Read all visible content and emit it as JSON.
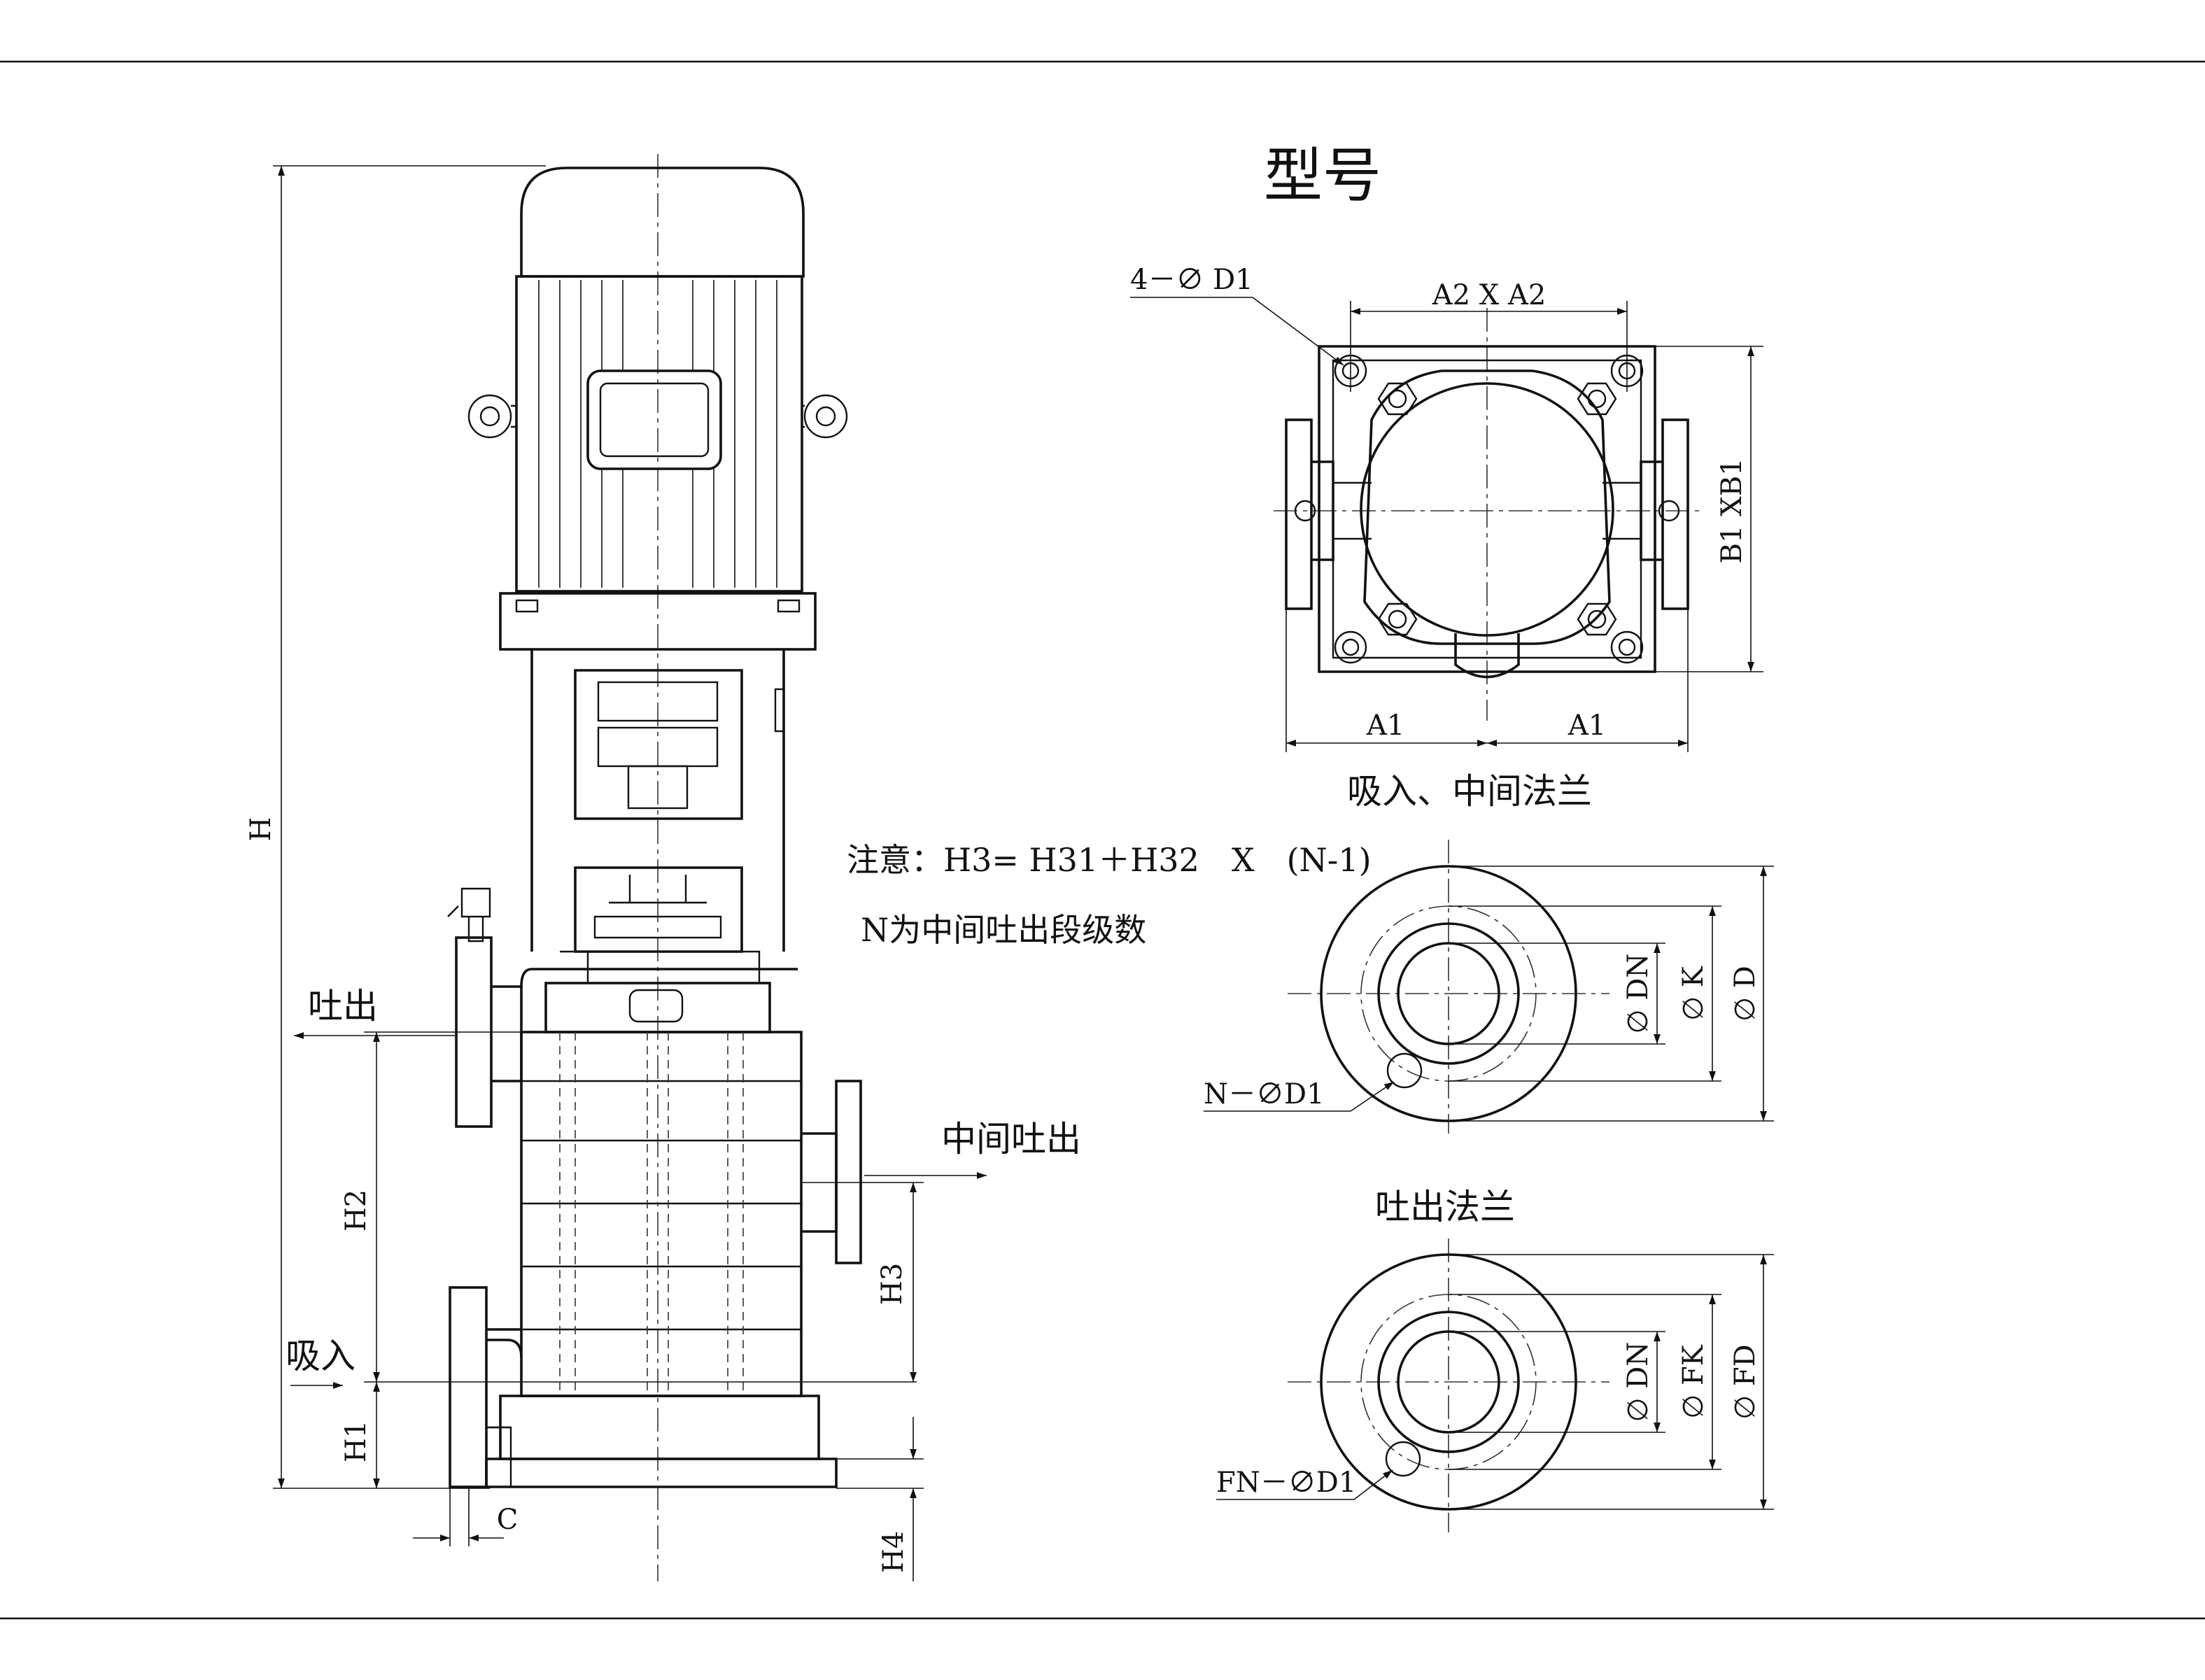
{
  "title": "型号",
  "views": {
    "top_view_caption": "吸入、中间法兰",
    "discharge_flange_caption": "吐出法兰"
  },
  "note": {
    "line1": "注意：H3= H31＋H32　X　(N-1)",
    "line2": "N为中间吐出段级数"
  },
  "side_view": {
    "outlet_label": "吐出",
    "middle_outlet_label": "中间吐出",
    "inlet_label": "吸入",
    "dims": {
      "H": "H",
      "H1": "H1",
      "H2": "H2",
      "H3": "H3",
      "H4": "H4",
      "C": "C"
    }
  },
  "top_view": {
    "dims": {
      "holes": "4－∅ D1",
      "A2": "A2 X A2",
      "B1": "B1 XB1",
      "A1_left": "A1",
      "A1_right": "A1"
    }
  },
  "inlet_flange": {
    "dims": {
      "DN": "∅ DN",
      "K": "∅ K",
      "D": "∅ D",
      "holes": "N－∅D1"
    }
  },
  "outlet_flange": {
    "dims": {
      "DN": "∅ DN",
      "FK": "∅ FK",
      "FD": "∅ FD",
      "holes": "FN－∅D1"
    }
  }
}
